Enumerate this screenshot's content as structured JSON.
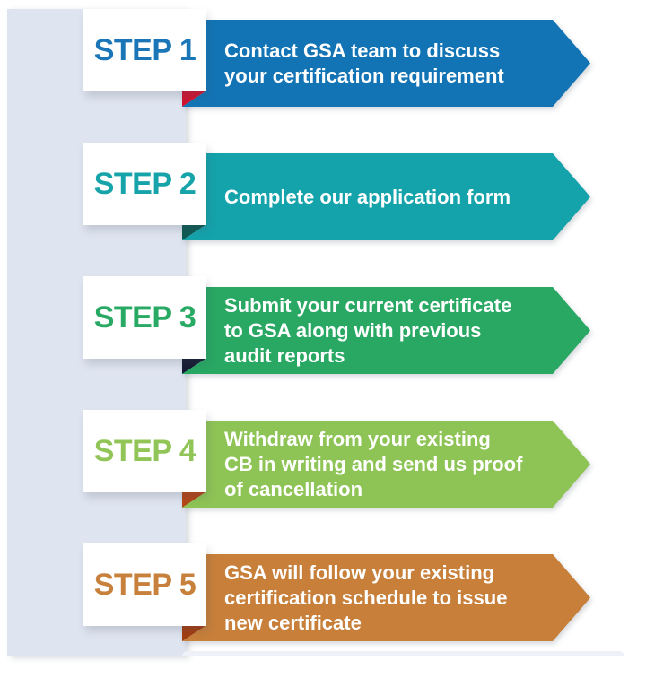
{
  "page": {
    "background_color": "#ffffff",
    "side_panel_color": "#dfe5f0",
    "bottom_partial_panel_color": "#eef1f8"
  },
  "steps": [
    {
      "label": "STEP 1",
      "label_color": "#1b76b8",
      "banner_color": "#1274b5",
      "fold_color": "#d01330",
      "lines": [
        "Contact GSA team to discuss",
        "your certification requirement"
      ]
    },
    {
      "label": "STEP 2",
      "label_color": "#16a4aa",
      "banner_color": "#14a3ab",
      "fold_color": "#0d5a53",
      "lines": [
        "Complete our application form"
      ]
    },
    {
      "label": "STEP 3",
      "label_color": "#29aa64",
      "banner_color": "#28a863",
      "fold_color": "#141b33",
      "lines": [
        "Submit your current certificate",
        "to GSA along with previous",
        "audit reports"
      ]
    },
    {
      "label": "STEP 4",
      "label_color": "#92c558",
      "banner_color": "#8ec455",
      "fold_color": "#b34617",
      "lines": [
        "Withdraw from your existing",
        "CB in writing and send us proof",
        "of cancellation"
      ]
    },
    {
      "label": "STEP 5",
      "label_color": "#c8813c",
      "banner_color": "#c77f3a",
      "fold_color": "#a23c10",
      "lines": [
        "GSA will follow your existing",
        "certification schedule to issue",
        "new certificate"
      ]
    }
  ]
}
